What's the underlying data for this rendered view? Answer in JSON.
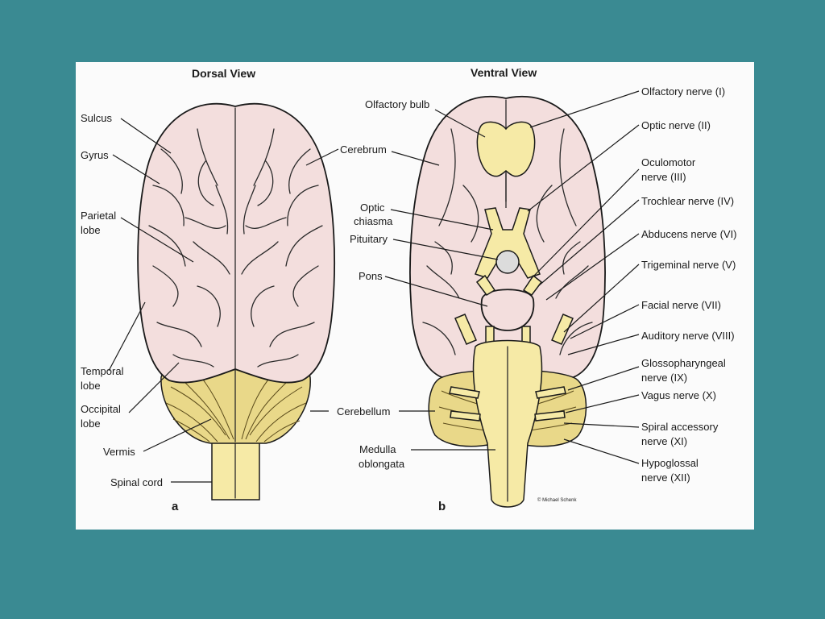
{
  "diagram": {
    "headings": {
      "dorsal": "Dorsal View",
      "ventral": "Ventral View"
    },
    "panel_letters": {
      "a": "a",
      "b": "b"
    },
    "credit": "© Michael Schenk",
    "dorsal_labels": {
      "sulcus": "Sulcus",
      "gyrus": "Gyrus",
      "parietal_1": "Parietal",
      "parietal_2": "lobe",
      "temporal_1": "Temporal",
      "temporal_2": "lobe",
      "occipital_1": "Occipital",
      "occipital_2": "lobe",
      "vermis": "Vermis",
      "spinal_cord": "Spinal cord"
    },
    "middle_labels": {
      "cerebrum": "Cerebrum",
      "cerebellum": "Cerebellum",
      "olfactory_bulb": "Olfactory bulb",
      "optic_chiasma_1": "Optic",
      "optic_chiasma_2": "chiasma",
      "pituitary": "Pituitary",
      "pons": "Pons",
      "medulla_1": "Medulla",
      "medulla_2": "oblongata"
    },
    "nerve_labels": {
      "olfactory": "Olfactory nerve (I)",
      "optic": "Optic nerve (II)",
      "oculomotor_1": "Oculomotor",
      "oculomotor_2": "nerve (III)",
      "trochlear": "Trochlear nerve (IV)",
      "abducens": "Abducens nerve (VI)",
      "trigeminal": "Trigeminal nerve (V)",
      "facial": "Facial nerve (VII)",
      "auditory": "Auditory nerve (VIII)",
      "glosso_1": "Glossopharyngeal",
      "glosso_2": "nerve (IX)",
      "vagus": "Vagus nerve (X)",
      "spiral_1": "Spiral accessory",
      "spiral_2": "nerve (XI)",
      "hypo_1": "Hypoglossal",
      "hypo_2": "nerve (XII)"
    },
    "colors": {
      "background": "#3a8a92",
      "panel": "#fbfbfb",
      "cerebrum_fill": "#f3dedd",
      "brainstem_fill": "#f6eaa6",
      "cerebellum_fill": "#e9d889"
    }
  }
}
